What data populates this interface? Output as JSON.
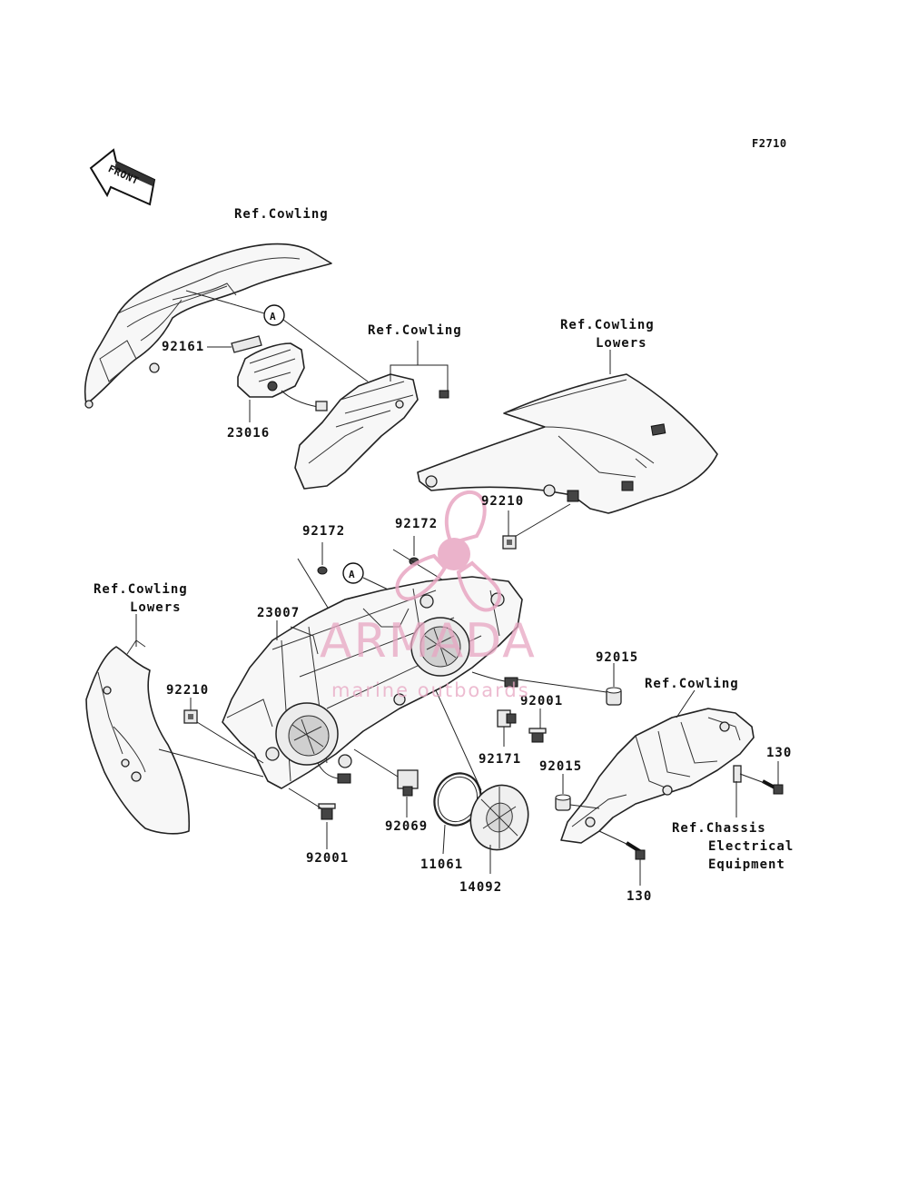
{
  "diagram_code": "F2710",
  "front_arrow": "FRONT",
  "callouts": {
    "a1": "A",
    "a2": "A"
  },
  "labels": {
    "ref_cowling_top": "Ref.Cowling",
    "ref_cowling_mid": "Ref.Cowling",
    "ref_cowling_lowers_right_1": "Ref.Cowling",
    "ref_cowling_lowers_right_2": "Lowers",
    "ref_cowling_lowers_left_1": "Ref.Cowling",
    "ref_cowling_lowers_left_2": "Lowers",
    "ref_cowling_right": "Ref.Cowling",
    "ref_chassis_1": "Ref.Chassis",
    "ref_chassis_2": "Electrical",
    "ref_chassis_3": "Equipment"
  },
  "parts": {
    "p92161": "92161",
    "p23016": "23016",
    "p92210_right": "92210",
    "p92172_left": "92172",
    "p92172_mid": "92172",
    "p23007": "23007",
    "p92210_left": "92210",
    "p92015_top": "92015",
    "p92001_right": "92001",
    "p92171": "92171",
    "p92015_bottom": "92015",
    "p130_right": "130",
    "p92069": "92069",
    "p92001_bottom": "92001",
    "p11061": "11061",
    "p14092": "14092",
    "p130_bottom": "130"
  },
  "watermark": {
    "brand": "ARMADA",
    "tagline": "marine outboards",
    "color": "#e8a6c2"
  }
}
